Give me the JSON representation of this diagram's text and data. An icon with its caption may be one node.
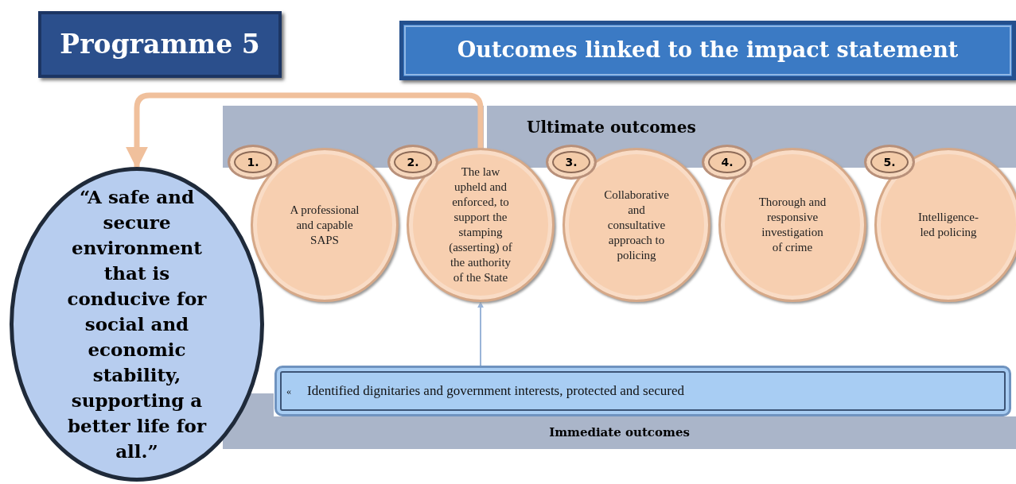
{
  "diagram": {
    "nodes": [
      {
        "text": [
          "Programme 5"
        ]
      },
      {
        "text": [
          "Outcomes linked to the impact statement"
        ]
      },
      {
        "text": [
          "Ultimate outcomes"
        ]
      },
      {
        "text": [
          "“A safe and secure environment that is conducive for social and economic stability, supporting a better life for all.”"
        ]
      },
      {
        "text": [
          "1."
        ]
      },
      {
        "text": [
          "A professional and capable SAPS"
        ]
      },
      {
        "text": [
          "2."
        ]
      },
      {
        "text": [
          "The law upheld and enforced, to support the stamping (asserting) of the authority of the State"
        ]
      },
      {
        "text": [
          "3."
        ]
      },
      {
        "text": [
          "Collaborative and consultative approach to policing"
        ]
      },
      {
        "text": [
          "4."
        ]
      },
      {
        "text": [
          "Thorough and responsive investigation of crime"
        ]
      },
      {
        "text": [
          "5."
        ]
      },
      {
        "text": [
          "Intelligence-led policing"
        ]
      },
      {
        "text": [
          "Immediate outcomes"
        ]
      },
      {
        "text": [
          "«",
          "Identified dignitaries and government interests, protected and secured"
        ]
      }
    ],
    "edges": [
      {
        "from": 7,
        "to": 3,
        "arrow": "to",
        "style": "thick",
        "color": "#f0c09c"
      },
      {
        "from": 15,
        "to": 7,
        "arrow": "to"
      }
    ]
  }
}
